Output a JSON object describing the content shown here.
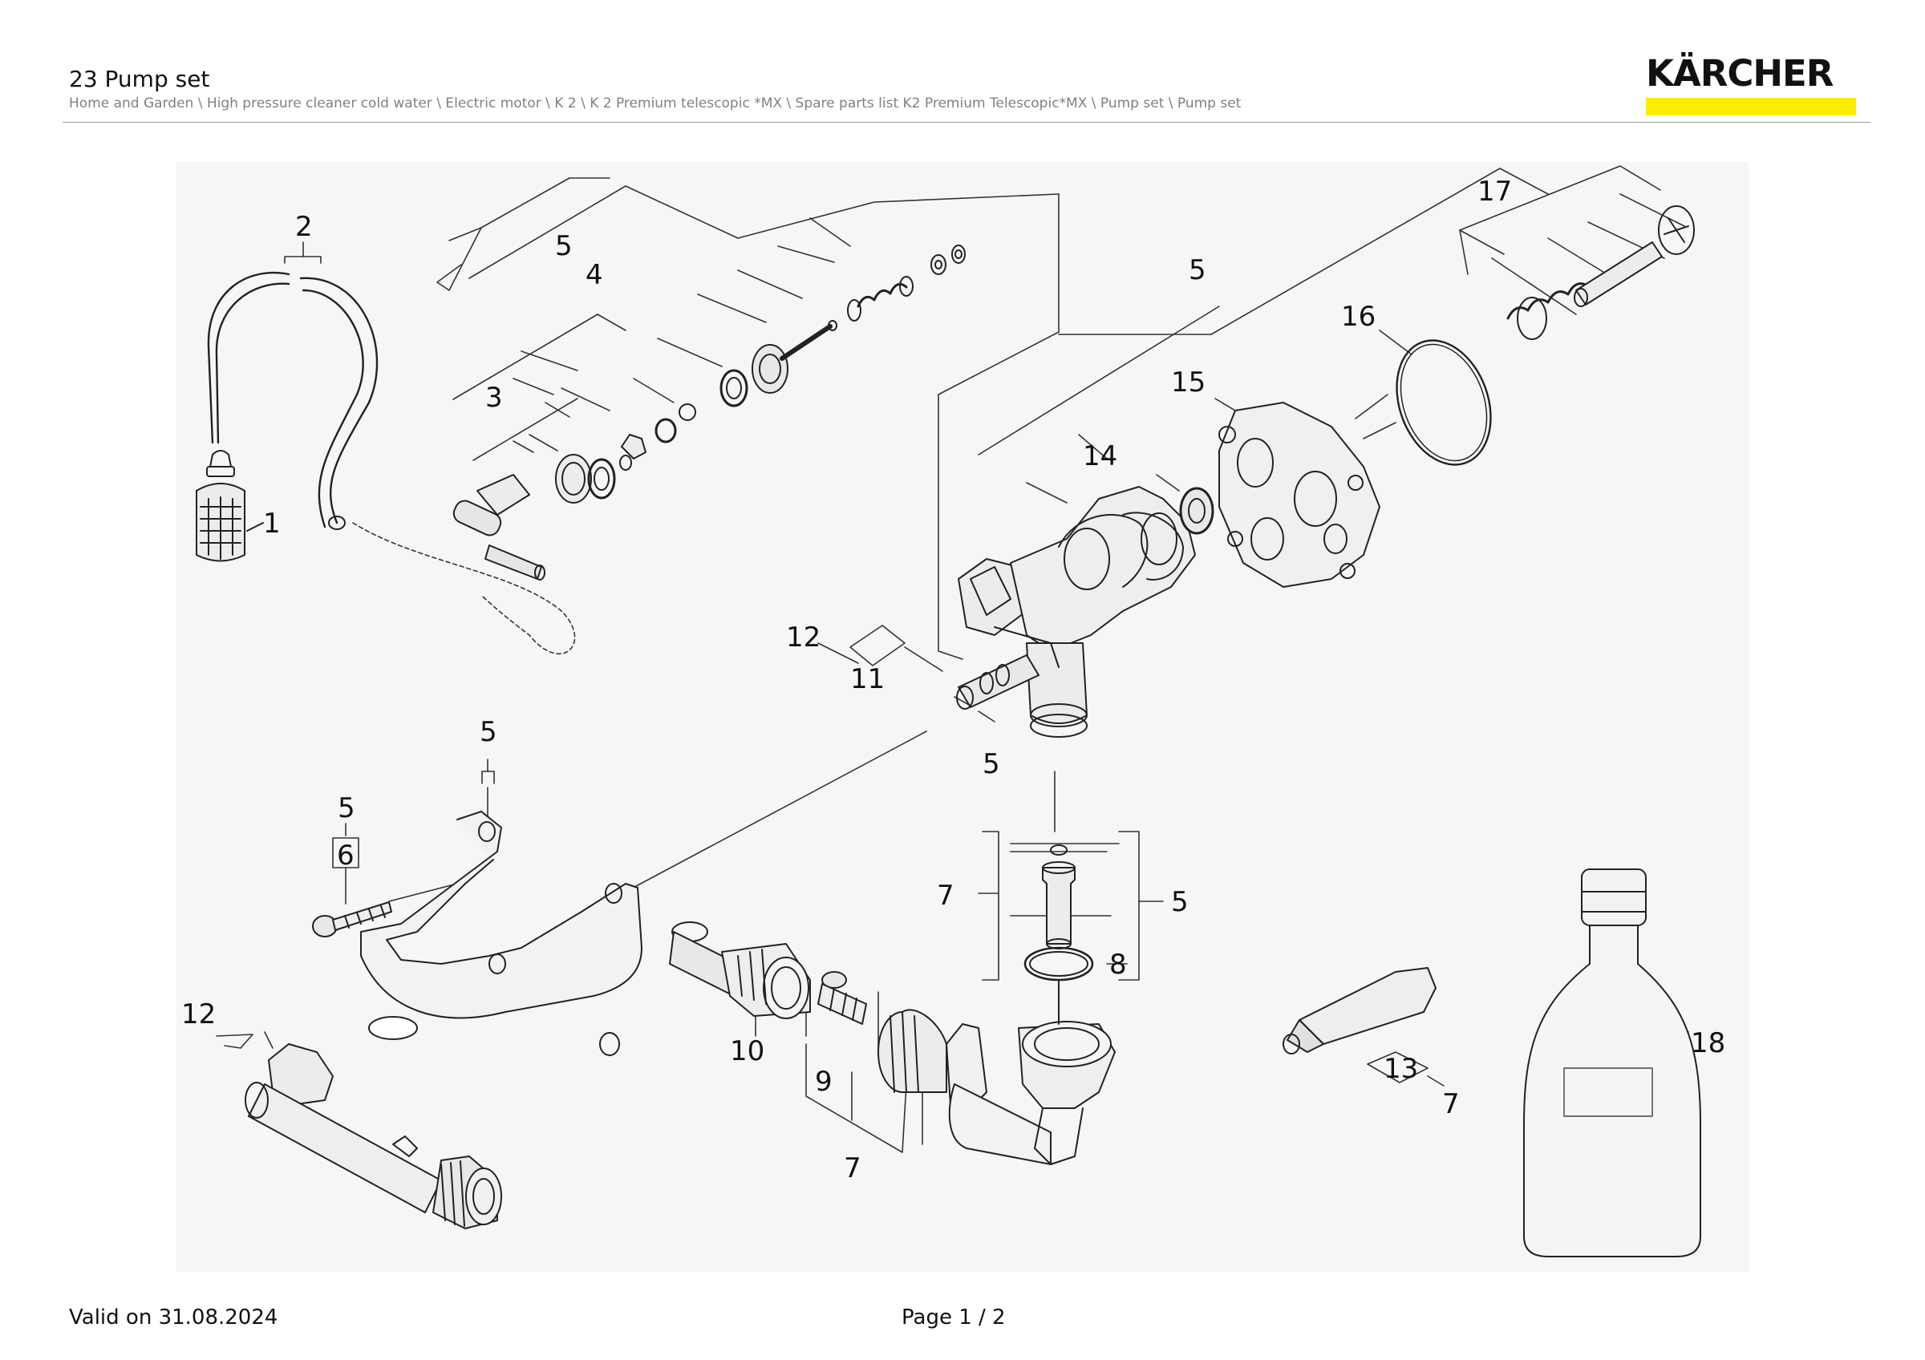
{
  "header": {
    "title": "23 Pump set",
    "breadcrumb": "Home and Garden \\ High pressure cleaner cold water \\ Electric motor \\ K 2 \\ K 2 Premium telescopic *MX \\ Spare parts list K2 Premium Telescopic*MX \\ Pump set \\ Pump set"
  },
  "logo": {
    "text": "KÄRCHER",
    "accent_color": "#ffed00",
    "icon": "karcher-logo-icon"
  },
  "diagram": {
    "background": "#f6f6f6",
    "callouts": {
      "c1": "1",
      "c2": "2",
      "c3": "3",
      "c4": "4",
      "c5a": "5",
      "c5b": "5",
      "c5c": "5",
      "c5d": "5",
      "c5e": "5",
      "c5f": "5",
      "c6": "6",
      "c7a": "7",
      "c7b": "7",
      "c7c": "7",
      "c8": "8",
      "c9": "9",
      "c10": "10",
      "c11": "11",
      "c12a": "12",
      "c12b": "12",
      "c13": "13",
      "c14": "14",
      "c15": "15",
      "c16": "16",
      "c17": "17",
      "c18": "18"
    }
  },
  "footer": {
    "valid": "Valid on 31.08.2024",
    "page": "Page 1 / 2"
  }
}
